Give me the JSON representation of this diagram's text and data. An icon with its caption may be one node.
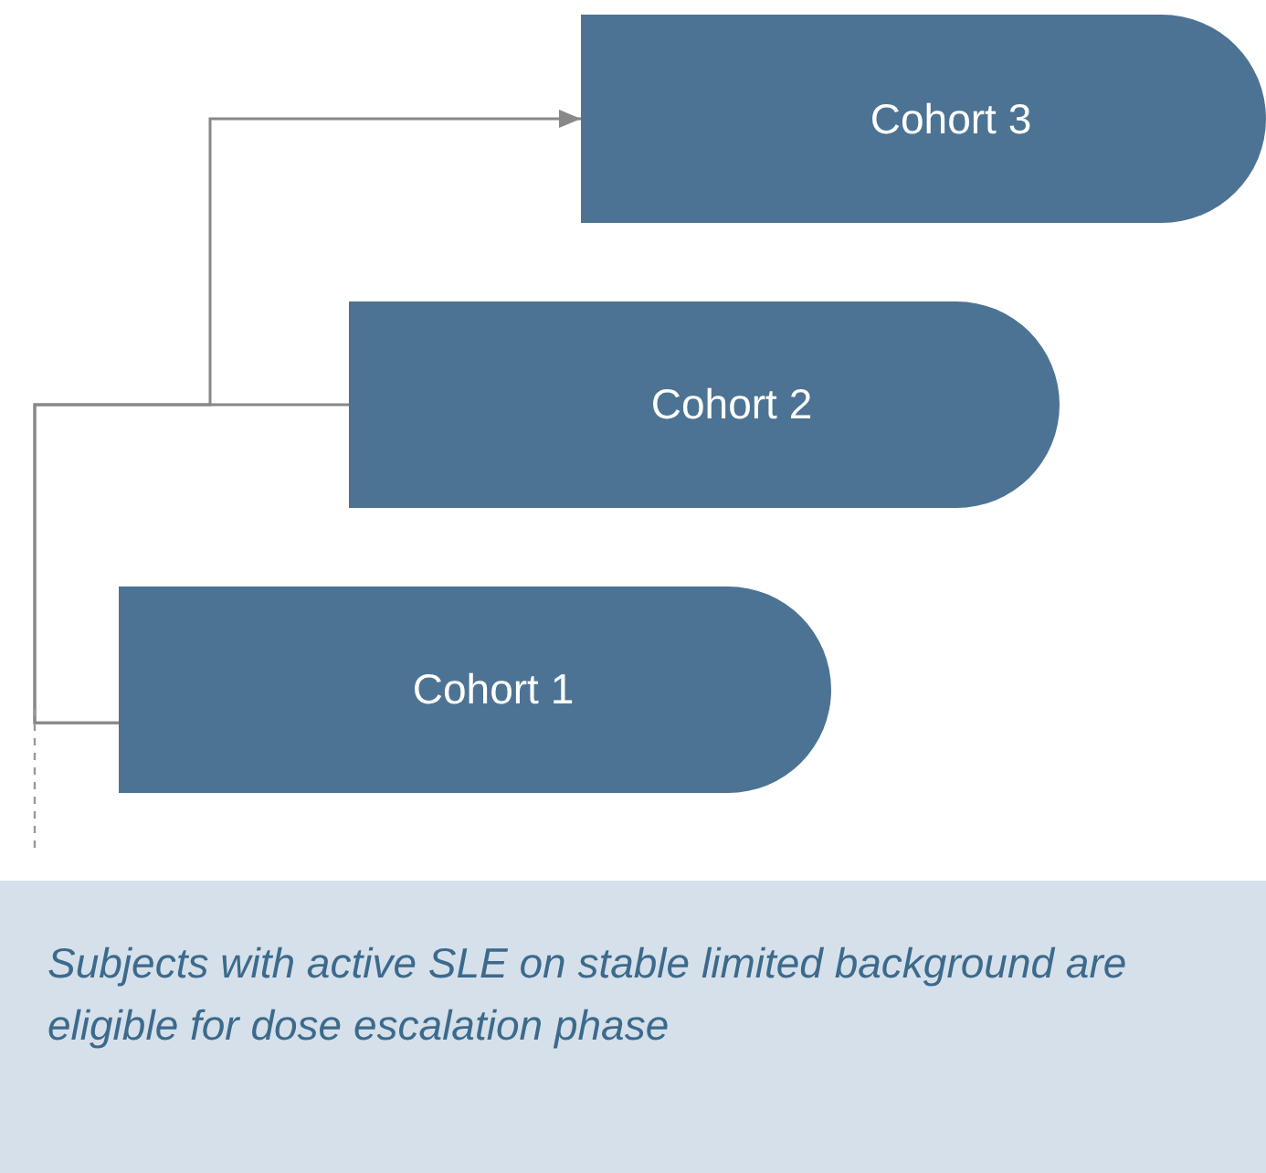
{
  "diagram": {
    "nodes": [
      {
        "text": [
          "Cohort 3"
        ]
      },
      {
        "text": [
          "Cohort 2"
        ]
      },
      {
        "text": [
          "Cohort 1"
        ]
      },
      {
        "text": [
          "Subjects with active SLE on stable limited background are eligible for dose escalation phase"
        ]
      }
    ],
    "edges": [
      {
        "from": 2,
        "to": 1,
        "arrow": "none"
      },
      {
        "from": 2,
        "to": 0,
        "arrow": "to"
      }
    ]
  }
}
